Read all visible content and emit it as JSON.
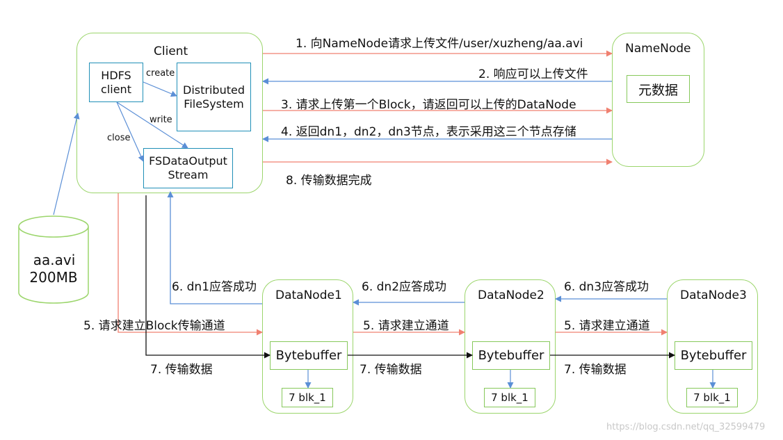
{
  "client": {
    "title": "Client",
    "hdfs_client": [
      "HDFS",
      "client"
    ],
    "distributed_fs": [
      "Distributed",
      "FileSystem"
    ],
    "fsdata_output": [
      "FSDataOutput",
      "Stream"
    ],
    "edge_create": "create",
    "edge_write": "write",
    "edge_close": "close"
  },
  "namenode": {
    "title": "NameNode",
    "metadata": "元数据"
  },
  "file": {
    "name": "aa.avi",
    "size": "200MB"
  },
  "steps": {
    "s1": "1. 向NameNode请求上传文件/user/xuzheng/aa.avi",
    "s2": "2. 响应可以上传文件",
    "s3": "3. 请求上传第一个Block，请返回可以上传的DataNode",
    "s4": "4. 返回dn1，dn2，dn3节点，表示采用这三个节点存储",
    "s8": "8. 传输数据完成",
    "s6_dn1": "6. dn1应答成功",
    "s6_dn2": "6. dn2应答成功",
    "s6_dn3": "6. dn3应答成功",
    "s5_client": "5. 请求建立Block传输通道",
    "s5_dn1": "5. 请求建立通道",
    "s5_dn2": "5. 请求建立通道",
    "s7_client": "7. 传输数据",
    "s7_dn1": "7. 传输数据",
    "s7_dn2": "7. 传输数据"
  },
  "datanodes": [
    {
      "title": "DataNode1",
      "buffer": "Bytebuffer",
      "block": "7 blk_1"
    },
    {
      "title": "DataNode2",
      "buffer": "Bytebuffer",
      "block": "7 blk_1"
    },
    {
      "title": "DataNode3",
      "buffer": "Bytebuffer",
      "block": "7 blk_1"
    }
  ],
  "watermark": "https://blog.csdn.net/qq_32599479",
  "colors": {
    "green": "#9bd56b",
    "teal": "#1f8fb7",
    "red": "#f08070",
    "blue": "#5b8fd6",
    "black": "#111111"
  }
}
